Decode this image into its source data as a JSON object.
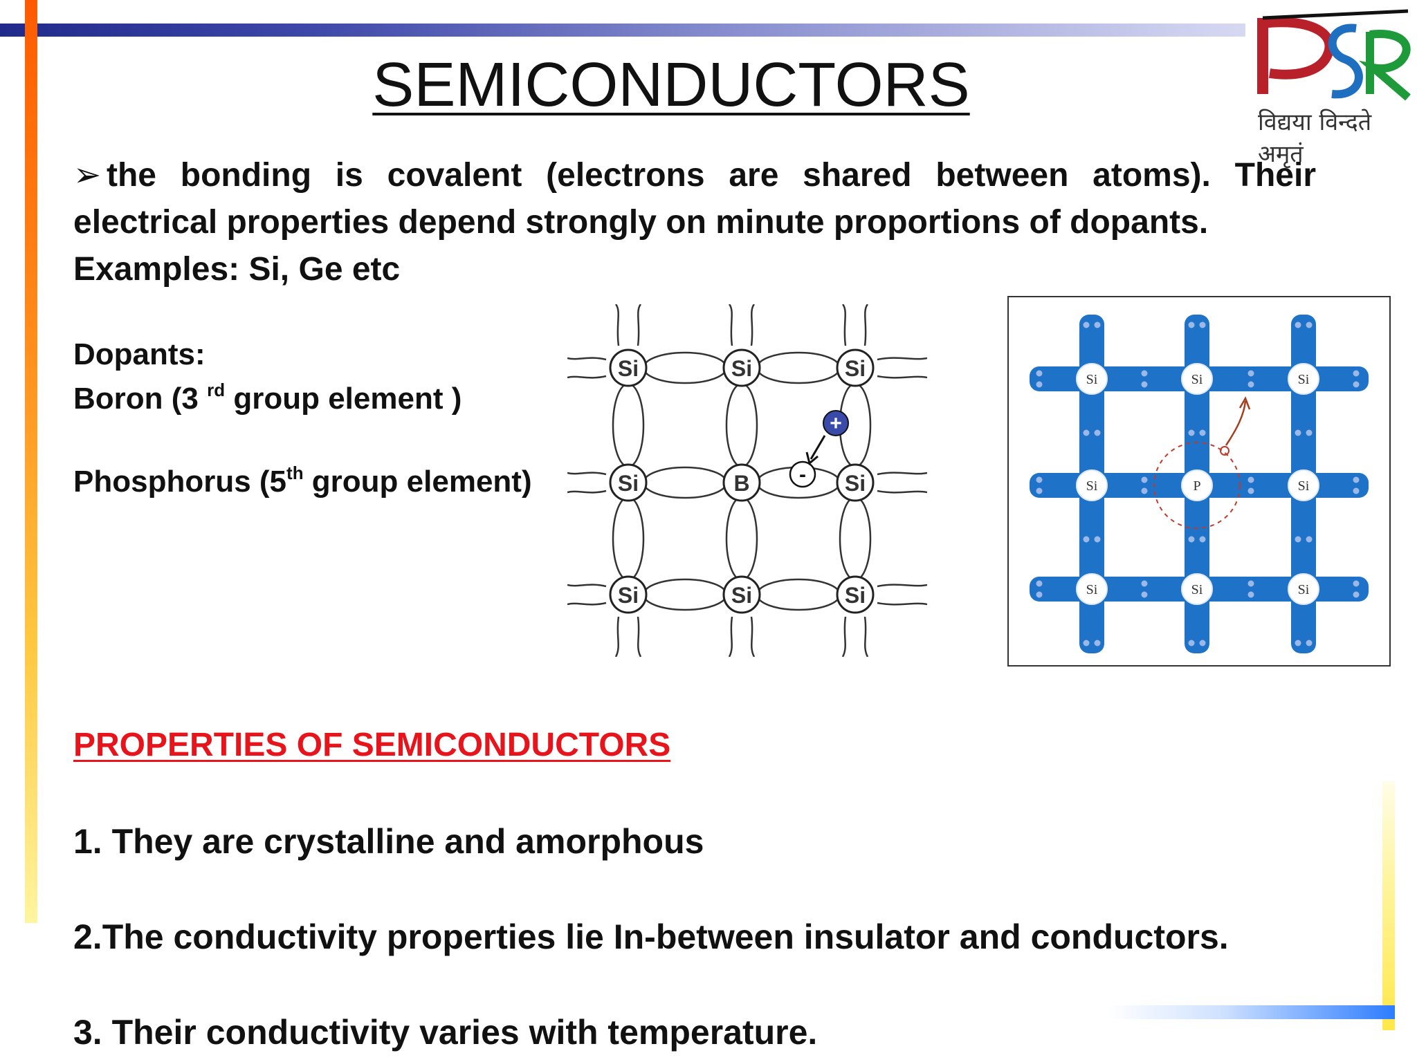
{
  "title": "SEMICONDUCTORS",
  "logo": {
    "letters": "PSR",
    "motto": "विद्यया विन्दते अमृतं",
    "colors": [
      "#b8202a",
      "#1f6fc0",
      "#1f9a3a"
    ]
  },
  "intro": {
    "line": "the bonding is covalent (electrons are shared between atoms). Their electrical properties depend strongly on minute proportions of dopants.",
    "examples": "Examples: Si, Ge etc"
  },
  "dopants": {
    "heading": "Dopants:",
    "boron_pre": "Boron  (3",
    "boron_sup": "rd",
    "boron_post": "group element )",
    "phos_pre": "Phosphorus (5",
    "phos_sup": "th",
    "phos_post": " group element)"
  },
  "diagram_boron": {
    "atom_label": "Si",
    "dopant_label": "B",
    "hole_sign": "+",
    "electron_sign": "-"
  },
  "diagram_phosphorus": {
    "atom_label": "Si",
    "dopant_label": "P",
    "bond_color": "#1e73c8"
  },
  "properties": {
    "heading": "PROPERTIES OF SEMICONDUCTORS",
    "items": [
      "1. They are crystalline and amorphous",
      "2.The conductivity  properties lie In-between insulator and conductors.",
      "3. Their conductivity varies with temperature."
    ]
  },
  "colors": {
    "heading_red": "#e8141c",
    "accent_blue": "#1f2a8a"
  }
}
